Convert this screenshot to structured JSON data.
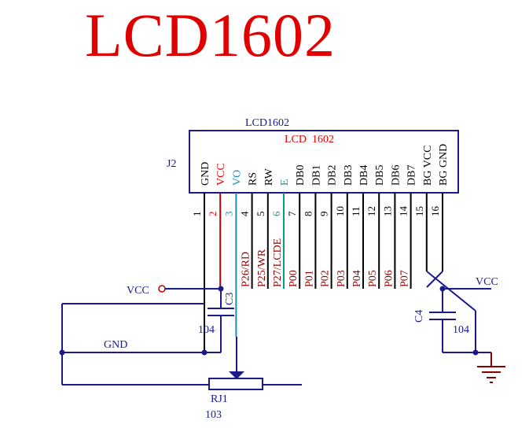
{
  "title": "LCD1602",
  "component": {
    "name": "LCD1602",
    "designator": "J2",
    "inner_label": "LCD  1602",
    "pins": [
      {
        "num": "1",
        "name": "GND",
        "net": "",
        "color": "#000000",
        "wire": "#000000"
      },
      {
        "num": "2",
        "name": "VCC",
        "net": "",
        "color": "#e00000",
        "wire": "#c00000"
      },
      {
        "num": "3",
        "name": "VO",
        "net": "",
        "color": "#1e8bc3",
        "wire": "#1e8bc3"
      },
      {
        "num": "4",
        "name": "RS",
        "net": "P26/RD",
        "color": "#000000",
        "wire": "#000000"
      },
      {
        "num": "5",
        "name": "RW",
        "net": "P25/WR",
        "color": "#000000",
        "wire": "#000000"
      },
      {
        "num": "6",
        "name": "E",
        "net": "P27/LCDE",
        "color": "#00a080",
        "wire": "#00a080"
      },
      {
        "num": "7",
        "name": "DB0",
        "net": "P00",
        "color": "#000000",
        "wire": "#000000"
      },
      {
        "num": "8",
        "name": "DB1",
        "net": "P01",
        "color": "#000000",
        "wire": "#000000"
      },
      {
        "num": "9",
        "name": "DB2",
        "net": "P02",
        "color": "#000000",
        "wire": "#000000"
      },
      {
        "num": "10",
        "name": "DB3",
        "net": "P03",
        "color": "#000000",
        "wire": "#000000"
      },
      {
        "num": "11",
        "name": "DB4",
        "net": "P04",
        "color": "#000000",
        "wire": "#000000"
      },
      {
        "num": "12",
        "name": "DB5",
        "net": "P05",
        "color": "#000000",
        "wire": "#000000"
      },
      {
        "num": "13",
        "name": "DB6",
        "net": "P06",
        "color": "#000000",
        "wire": "#000000"
      },
      {
        "num": "14",
        "name": "DB7",
        "net": "P07",
        "color": "#000000",
        "wire": "#000000"
      },
      {
        "num": "15",
        "name": "BG VCC",
        "net": "",
        "color": "#000000",
        "wire": "#000000"
      },
      {
        "num": "16",
        "name": "BG GND",
        "net": "",
        "color": "#000000",
        "wire": "#000000"
      }
    ]
  },
  "labels": {
    "vcc_left": "VCC",
    "vcc_right": "VCC",
    "gnd": "GND",
    "c3": "C3",
    "c3_value": "104",
    "c4": "C4",
    "c4_value": "104",
    "rj1": "RJ1",
    "rj1_value": "103"
  },
  "colors": {
    "title": "#e00000",
    "ink": "#1a1a8c",
    "box": "#1a1a8c",
    "net_label": "#8b0000"
  }
}
